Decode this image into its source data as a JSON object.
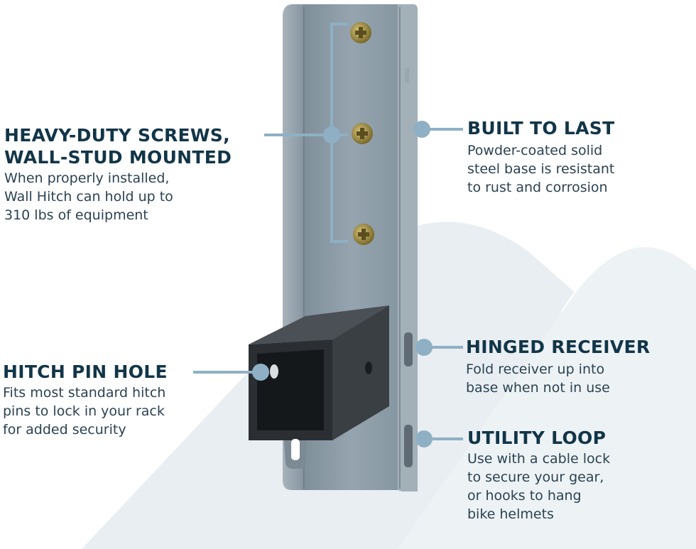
{
  "colors": {
    "heading": "#123548",
    "body_text": "#2b4252",
    "connector": "#8fb0c4",
    "mountain": "#e9eff3",
    "bracket_steel": "#8b9aa4",
    "receiver_tube": "#2e3236"
  },
  "callouts": {
    "screws": {
      "title_line1": "HEAVY-DUTY SCREWS,",
      "title_line2": "WALL-STUD MOUNTED",
      "desc_line1": "When properly installed,",
      "desc_line2": "Wall Hitch can hold up to",
      "desc_line3": "310 lbs  of equipment"
    },
    "built": {
      "title": "BUILT TO LAST",
      "desc_line1": "Powder-coated solid",
      "desc_line2": "steel base is resistant",
      "desc_line3": "to rust and corrosion"
    },
    "pin": {
      "title": "HITCH PIN HOLE",
      "desc_line1": "Fits most standard hitch",
      "desc_line2": "pins to lock in your rack",
      "desc_line3": "for added security"
    },
    "hinge": {
      "title": "HINGED RECEIVER",
      "desc_line1": "Fold receiver up into",
      "desc_line2": "base when not in use"
    },
    "loop": {
      "title": "UTILITY LOOP",
      "desc_line1": "Use with a cable lock",
      "desc_line2": "to secure your gear,",
      "desc_line3": "or hooks to hang",
      "desc_line4": "bike helmets"
    }
  }
}
